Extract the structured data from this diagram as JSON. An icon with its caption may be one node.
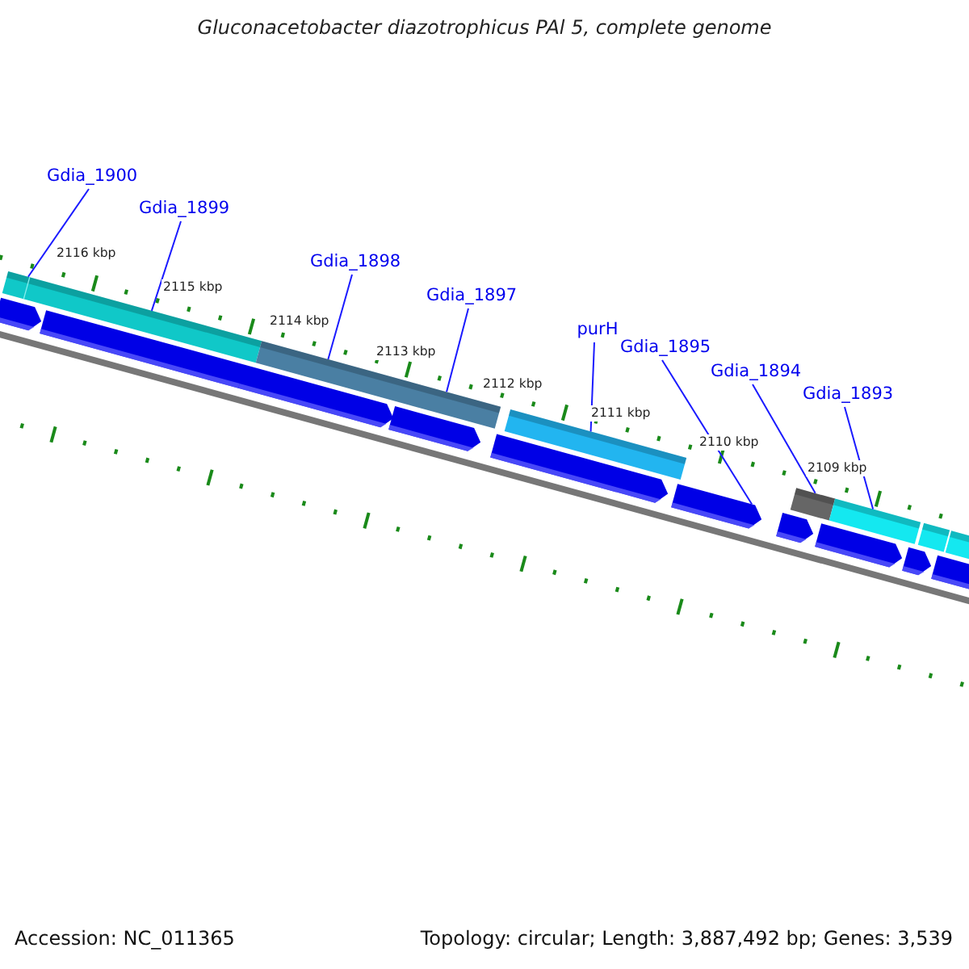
{
  "diagram": {
    "title": "Gluconacetobacter diazotrophicus PAl 5, complete genome",
    "nodes": [
      {
        "text": [
          "Gdia_1900"
        ]
      },
      {
        "text": [
          "Gdia_1899"
        ]
      },
      {
        "text": [
          "Gdia_1898"
        ]
      },
      {
        "text": [
          "Gdia_1897"
        ]
      },
      {
        "text": [
          "purH"
        ]
      },
      {
        "text": [
          "Gdia_1895"
        ]
      },
      {
        "text": [
          "Gdia_1894"
        ]
      },
      {
        "text": [
          "Gdia_1893"
        ]
      },
      {
        "text": [],
        "shape": "bar"
      },
      {
        "text": [],
        "shape": "bar"
      },
      {
        "text": [],
        "shape": "bar"
      },
      {
        "text": [],
        "shape": "bar"
      },
      {
        "text": [],
        "shape": "bar"
      },
      {
        "text": [],
        "shape": "bar"
      }
    ],
    "edges": [
      {
        "from": 0,
        "to": 8,
        "arrow": "none"
      },
      {
        "from": 1,
        "to": 8,
        "arrow": "none"
      },
      {
        "from": 2,
        "to": 9,
        "arrow": "none"
      },
      {
        "from": 3,
        "to": 9,
        "arrow": "none"
      },
      {
        "from": 4,
        "to": 10,
        "arrow": "none"
      },
      {
        "from": 5,
        "to": 11,
        "arrow": "none"
      },
      {
        "from": 6,
        "to": 12,
        "arrow": "none"
      },
      {
        "from": 7,
        "to": 13,
        "arrow": "none"
      }
    ],
    "labels": [
      "2116 kbp",
      "2115 kbp",
      "2114 kbp",
      "2113 kbp",
      "2112 kbp",
      "2111 kbp",
      "2110 kbp",
      "2109 kbp",
      "Accession: NC_011365",
      "Topology: circular; Length: 3,887,492 bp; Genes: 3,539"
    ]
  }
}
